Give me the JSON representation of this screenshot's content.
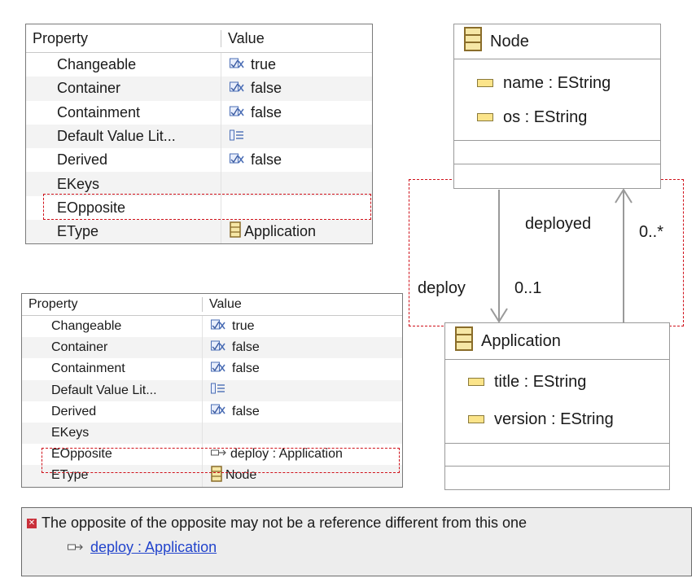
{
  "table_top": {
    "header": {
      "property": "Property",
      "value": "Value"
    },
    "rows": [
      {
        "property": "Changeable",
        "value": "true",
        "icon": "boolean-icon"
      },
      {
        "property": "Container",
        "value": "false",
        "icon": "boolean-icon"
      },
      {
        "property": "Containment",
        "value": "false",
        "icon": "boolean-icon"
      },
      {
        "property": "Default Value Lit...",
        "value": "",
        "icon": "literal-icon"
      },
      {
        "property": "Derived",
        "value": "false",
        "icon": "boolean-icon"
      },
      {
        "property": "EKeys",
        "value": "",
        "icon": ""
      },
      {
        "property": "EOpposite",
        "value": "",
        "icon": ""
      },
      {
        "property": "EType",
        "value": "Application",
        "icon": "eclass-icon"
      }
    ]
  },
  "table_bottom": {
    "header": {
      "property": "Property",
      "value": "Value"
    },
    "rows": [
      {
        "property": "Changeable",
        "value": "true",
        "icon": "boolean-icon"
      },
      {
        "property": "Container",
        "value": "false",
        "icon": "boolean-icon"
      },
      {
        "property": "Containment",
        "value": "false",
        "icon": "boolean-icon"
      },
      {
        "property": "Default Value Lit...",
        "value": "",
        "icon": "literal-icon"
      },
      {
        "property": "Derived",
        "value": "false",
        "icon": "boolean-icon"
      },
      {
        "property": "EKeys",
        "value": "",
        "icon": ""
      },
      {
        "property": "EOpposite",
        "value": "deploy : Application",
        "icon": "reference-icon"
      },
      {
        "property": "EType",
        "value": "Node",
        "icon": "eclass-icon"
      }
    ]
  },
  "diagram": {
    "node_class": {
      "name": "Node",
      "attributes": [
        "name : EString",
        "os : EString"
      ]
    },
    "application_class": {
      "name": "Application",
      "attributes": [
        "title : EString",
        "version : EString"
      ]
    },
    "references": {
      "deployed_label": "deployed",
      "deployed_mult": "0..*",
      "deploy_label": "deploy",
      "deploy_mult": "0..1"
    }
  },
  "message": {
    "text": "The opposite of the opposite may not be a reference different from this one",
    "link": "deploy : Application",
    "icon": "error-icon"
  },
  "colors": {
    "highlight": "#d0121b",
    "link": "#2244cc"
  }
}
